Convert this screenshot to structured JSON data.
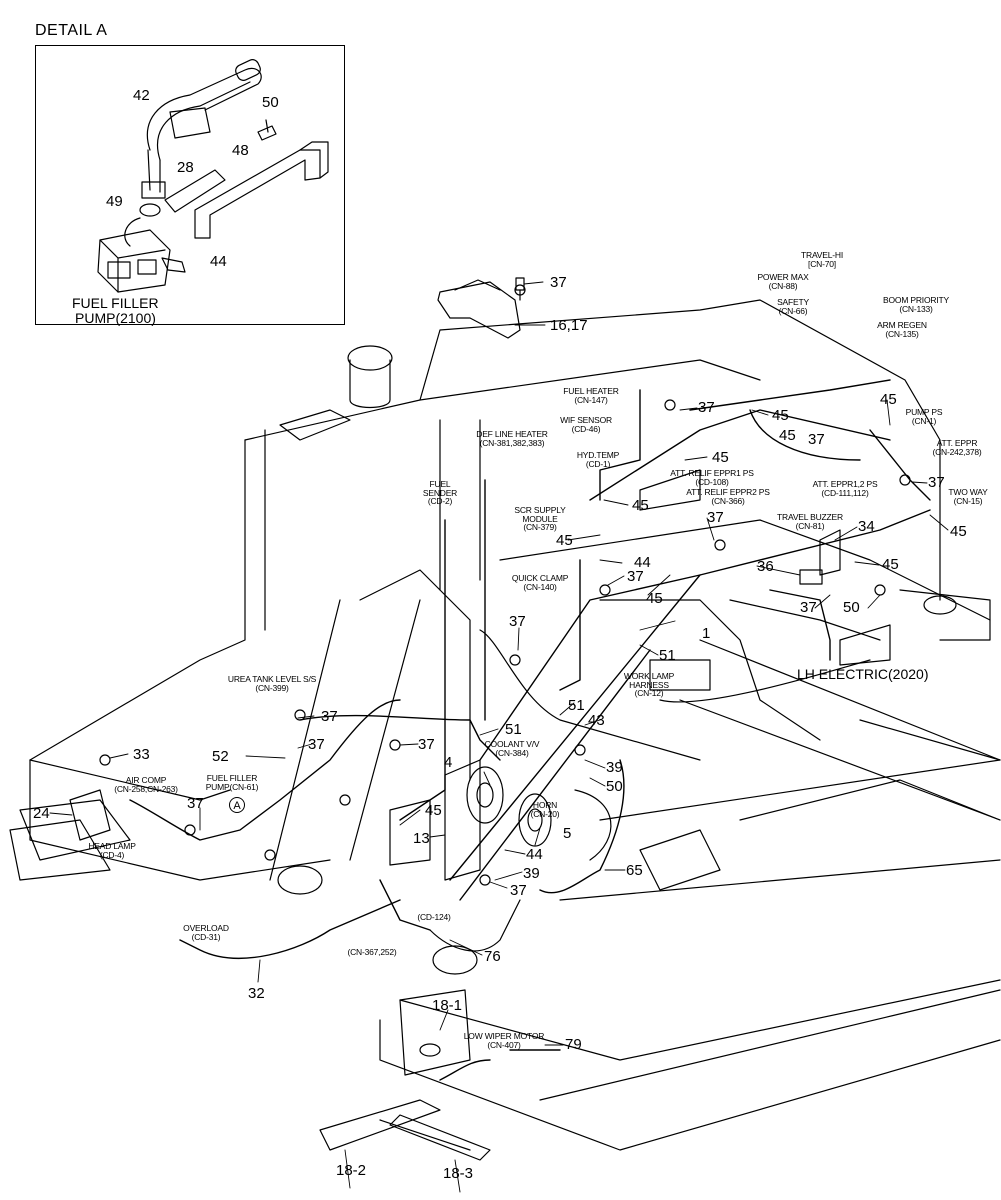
{
  "detail": {
    "title": "DETAIL  A",
    "parts": [
      "42",
      "50",
      "28",
      "48",
      "49",
      "44"
    ],
    "caption_line1": "FUEL FILLER",
    "caption_line2": "PUMP(2100)"
  },
  "callout_marker": "A",
  "part_numbers": {
    "p37_top": "37",
    "p16_17": "16,17",
    "p37_a": "37",
    "p45_a": "45",
    "p45_b": "45",
    "p45_c": "45",
    "p37_b": "37",
    "p45_d": "45",
    "p37_c": "37",
    "p45_e": "45",
    "p37_d": "37",
    "p34": "34",
    "p45_f": "45",
    "p45_g": "45",
    "p36": "36",
    "p44_a": "44",
    "p37_e": "37",
    "p45_h": "45",
    "p37_f": "37",
    "p50_a": "50",
    "p1": "1",
    "p37_g": "37",
    "p51_a": "51",
    "p37_h": "37",
    "p37_i": "37",
    "p51_b": "51",
    "p43": "43",
    "p51_c": "51",
    "p52": "52",
    "p33": "33",
    "p37_j": "37",
    "p4": "4",
    "p39_a": "39",
    "p50_b": "50",
    "p45_i": "45",
    "p24": "24",
    "p37_k": "37",
    "p13": "13",
    "p5": "5",
    "p44_b": "44",
    "p39_b": "39",
    "p65": "65",
    "p37_l": "37",
    "p76": "76",
    "p32": "32",
    "p18_1": "18-1",
    "p79": "79",
    "p18_2": "18-2",
    "p18_3": "18-3"
  },
  "connectors": {
    "travel_hi": [
      "TRAVEL-HI",
      "[CN-70]"
    ],
    "power_max": [
      "POWER MAX",
      "(CN-88)"
    ],
    "safety": [
      "SAFETY",
      "(CN-66)"
    ],
    "boom_priority": [
      "BOOM PRIORITY",
      "(CN-133)"
    ],
    "arm_regen": [
      "ARM REGEN",
      "(CN-135)"
    ],
    "fuel_heater": [
      "FUEL HEATER",
      "(CN-147)"
    ],
    "wif_sensor": [
      "WIF SENSOR",
      "(CD-46)"
    ],
    "def_line_heater": [
      "DEF LINE HEATER",
      "(CN-381,382,383)"
    ],
    "pump_ps": [
      "PUMP PS",
      "(CN-1)"
    ],
    "att_eppr": [
      "ATT. EPPR",
      "(CN-242,378)"
    ],
    "hyd_temp": [
      "HYD.TEMP",
      "(CD-1)"
    ],
    "att_relief_eppr1": [
      "ATT. RELIF EPPR1 PS",
      "(CD-108)"
    ],
    "att_eppr12": [
      "ATT. EPPR1,2 PS",
      "(CD-111,112)"
    ],
    "att_relief_eppr2": [
      "ATT. RELIF EPPR2 PS",
      "(CN-366)"
    ],
    "two_way": [
      "TWO WAY",
      "(CN-15)"
    ],
    "fuel_sender": [
      "FUEL",
      "SENDER",
      "(CD-2)"
    ],
    "scr_supply": [
      "SCR SUPPLY",
      "MODULE",
      "(CN-379)"
    ],
    "travel_buzzer": [
      "TRAVEL BUZZER",
      "(CN-81)"
    ],
    "quick_clamp": [
      "QUICK CLAMP",
      "(CN-140)"
    ],
    "urea_tank": [
      "UREA TANK LEVEL S/S",
      "(CN-399)"
    ],
    "work_lamp": [
      "WORK LAMP",
      "HARNESS",
      "(CN-12)"
    ],
    "coolant_vv": [
      "COOLANT V/V",
      "(CN-384)"
    ],
    "air_comp": [
      "AIR COMP",
      "(CN-258,CN-263)"
    ],
    "fuel_filler_pump": [
      "FUEL FILLER",
      "PUMP(CN-61)"
    ],
    "horn": [
      "HORN",
      "(CN-20)"
    ],
    "head_lamp": [
      "HEAD LAMP",
      "(CD-4)"
    ],
    "cd_124": [
      "(CD-124)"
    ],
    "overload": [
      "OVERLOAD",
      "(CD-31)"
    ],
    "cn_367": [
      "(CN-367,252)"
    ],
    "low_wiper": [
      "LOW WIPER MOTOR",
      "(CN-407)"
    ]
  },
  "assembly_label": "LH ELECTRIC(2020)"
}
